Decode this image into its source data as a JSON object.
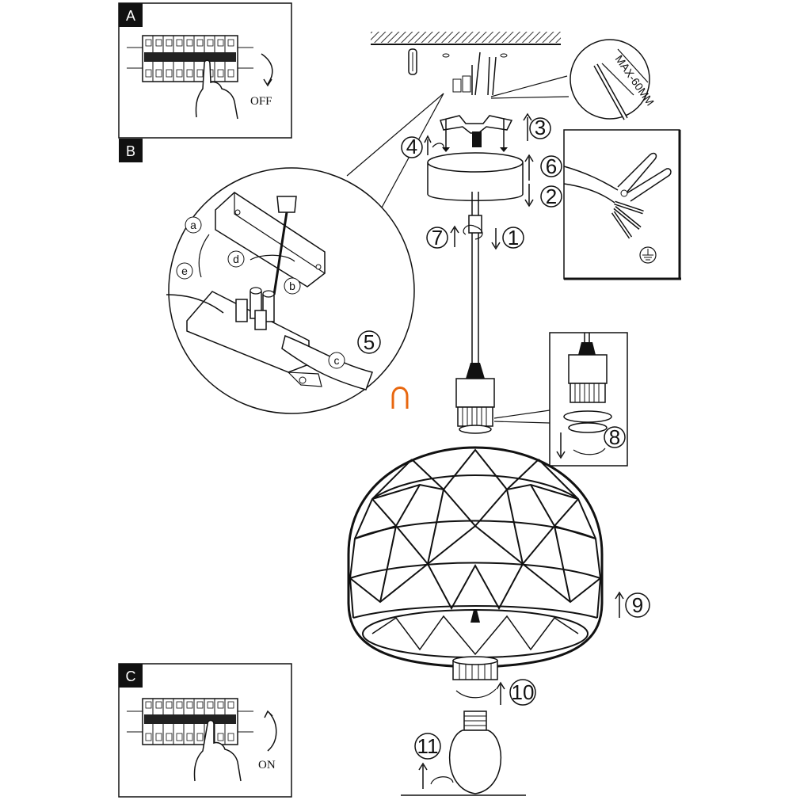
{
  "panels": {
    "a": {
      "tag": "A",
      "switch_text": "OFF"
    },
    "b": {
      "tag": "B"
    },
    "c": {
      "tag": "C",
      "switch_text": "ON"
    }
  },
  "callout_wire": {
    "limit_text": "MAX-60MM"
  },
  "detail_letters": [
    "a",
    "b",
    "c",
    "d",
    "e"
  ],
  "steps": [
    "1",
    "2",
    "3",
    "4",
    "5",
    "6",
    "7",
    "8",
    "9",
    "10",
    "11"
  ],
  "colors": {
    "line": "#111111",
    "marker": "#e8670f",
    "hatch": "#333333"
  },
  "icons": [
    "ground-icon",
    "screwdriver-icon",
    "pliers-icon",
    "hand-icon",
    "bulb-icon"
  ]
}
